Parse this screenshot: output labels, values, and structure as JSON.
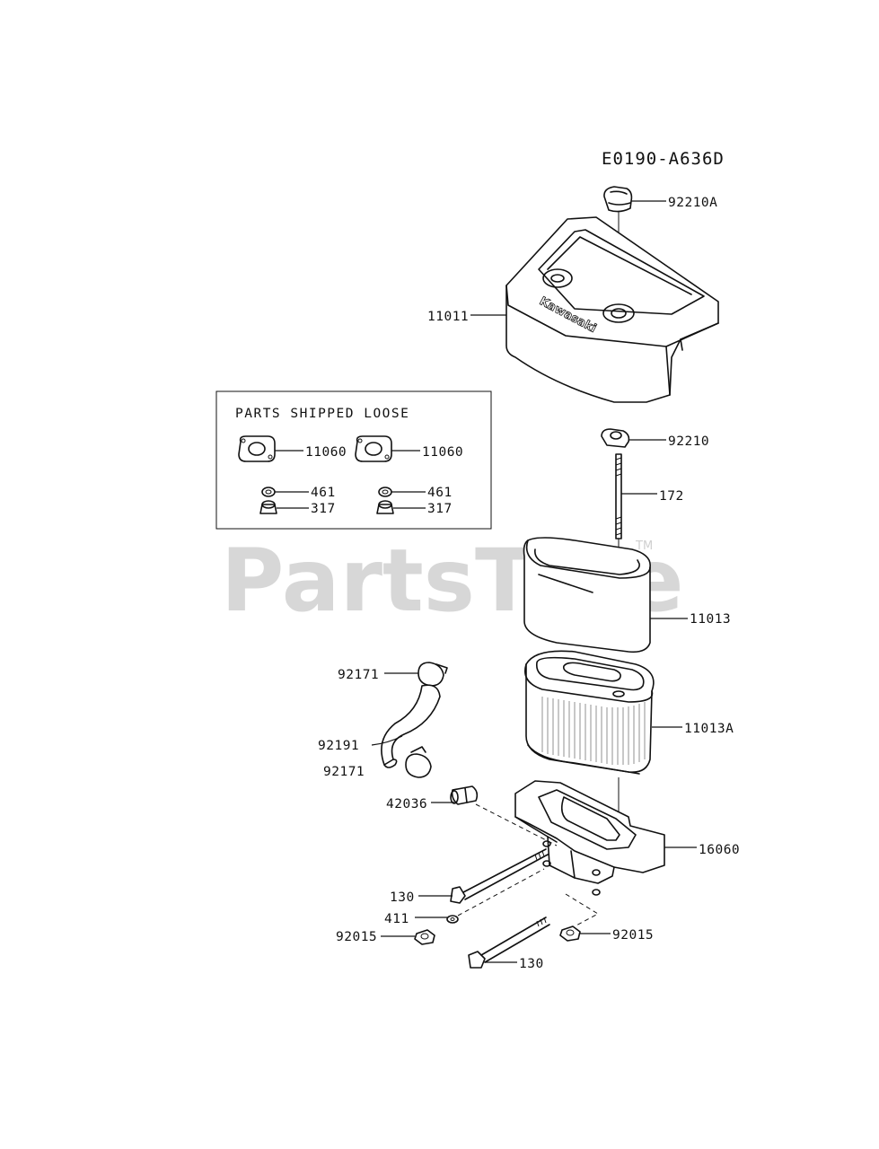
{
  "diagram": {
    "ref_code": "E0190-A636D",
    "watermark": "PartsTree",
    "watermark_tm": "TM",
    "cover_brand": "Kawasaki",
    "loose_box": {
      "title": "PARTS SHIPPED LOOSE",
      "labels": [
        "11060",
        "11060",
        "461",
        "461",
        "317",
        "317"
      ]
    },
    "callouts": {
      "p92210A": "92210A",
      "p11011": "11011",
      "p92210": "92210",
      "p172": "172",
      "p11013": "11013",
      "p11013A": "11013A",
      "p92171_top": "92171",
      "p92191": "92191",
      "p92171_bottom": "92171",
      "p42036": "42036",
      "p16060": "16060",
      "p130_upper": "130",
      "p411": "411",
      "p92015_left": "92015",
      "p92015_right": "92015",
      "p130_lower": "130"
    }
  }
}
